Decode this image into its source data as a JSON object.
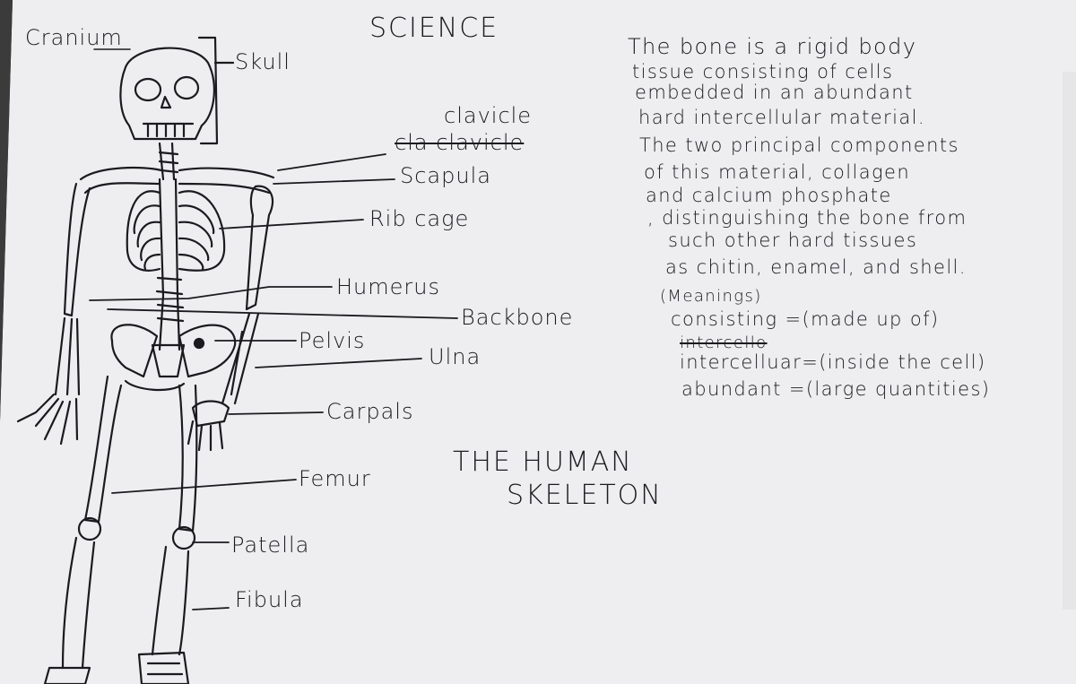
{
  "heading": "SCIENCE",
  "title_lines": [
    "THE HUMAN",
    "SKELETON"
  ],
  "labels": {
    "cranium": "Cranium",
    "skull": "Skull",
    "clavicle": "clavicle",
    "clavicle_struck": "cla clavicle",
    "scapula": "Scapula",
    "rib_cage": "Rib cage",
    "humerus": "Humerus",
    "backbone": "Backbone",
    "pelvis": "Pelvis",
    "ulna": "Ulna",
    "carpals": "Carpals",
    "femur": "Femur",
    "patella": "Patella",
    "fibula": "Fibula"
  },
  "paragraph_lines": [
    "The bone is a rigid body",
    "tissue consisting of cells",
    "embedded in an abundant",
    "hard intercellular material.",
    "The two principal components",
    "of this material, collagen",
    "and calcium phosphate",
    ", distinguishing the bone from",
    "such other hard tissues",
    "as chitin, enamel, and shell."
  ],
  "meanings": {
    "heading": "(Meanings)",
    "struck_word": "intercello",
    "lines": [
      "consisting =(made up of)",
      "intercelluar=(inside the cell)",
      "abundant =(large quantities)"
    ]
  },
  "colors": {
    "paper": "#eeeef0",
    "ink": "#1b1b1f",
    "background": "#3b3b3c"
  }
}
